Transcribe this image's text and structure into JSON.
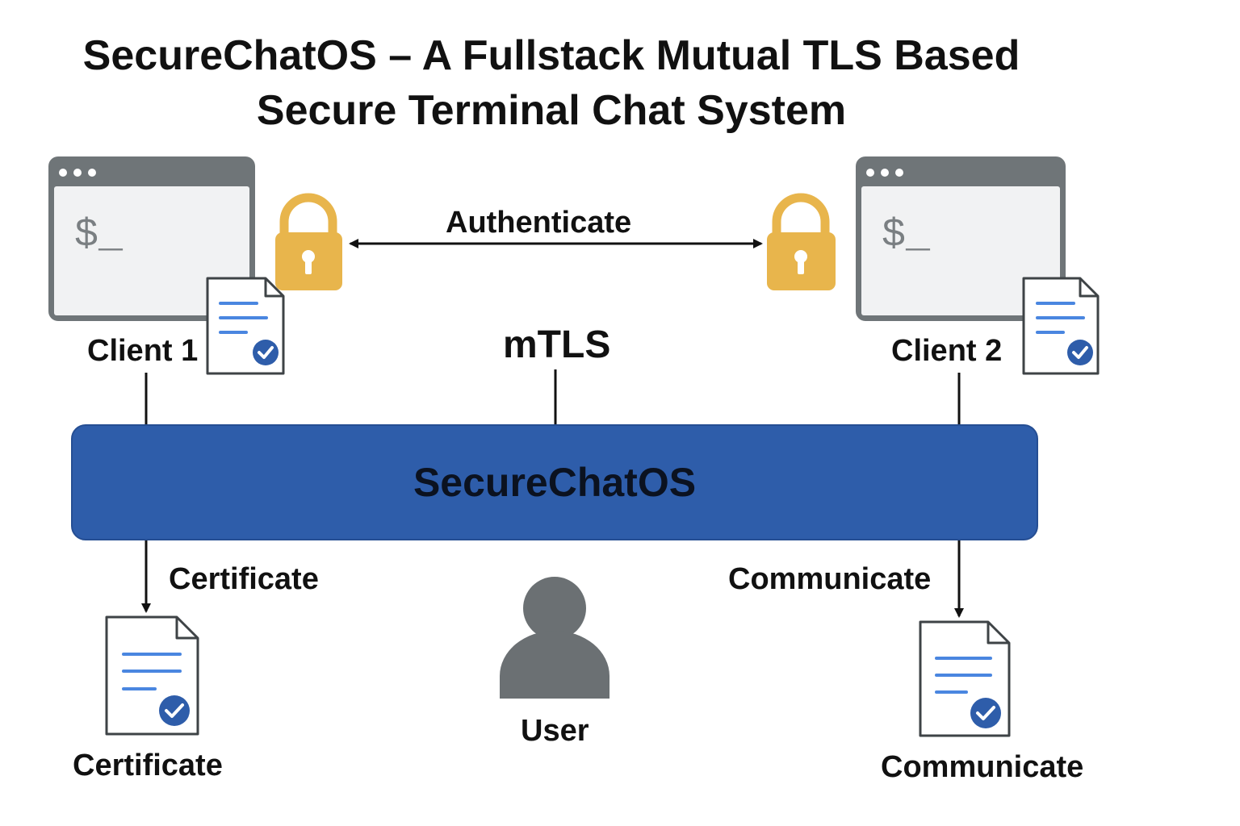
{
  "title": {
    "line1": "SecureChatOS – A Fullstack Mutual TLS Based",
    "line2": "Secure Terminal Chat System"
  },
  "clients": {
    "client1": {
      "label": "Client 1",
      "prompt": "$_"
    },
    "client2": {
      "label": "Client 2",
      "prompt": "$_"
    }
  },
  "links": {
    "authenticate": "Authenticate",
    "mtls": "mTLS"
  },
  "hub": {
    "label": "SecureChatOS"
  },
  "outputs": {
    "left_arrow_label": "Certificate",
    "left_doc_label": "Certificate",
    "right_arrow_label": "Communicate",
    "right_doc_label": "Communicate",
    "user_label": "User"
  },
  "icons": {
    "terminal": "terminal-window-icon",
    "lock": "padlock-icon",
    "certificate": "certificate-document-icon",
    "user": "user-icon"
  },
  "colors": {
    "hub": "#2e5daa",
    "lock": "#e8b54c",
    "terminal_frame": "#6f7578",
    "terminal_screen": "#f1f2f3",
    "doc_lines": "#4a86e0",
    "check_badge": "#2e5daa",
    "user": "#6b7073"
  }
}
